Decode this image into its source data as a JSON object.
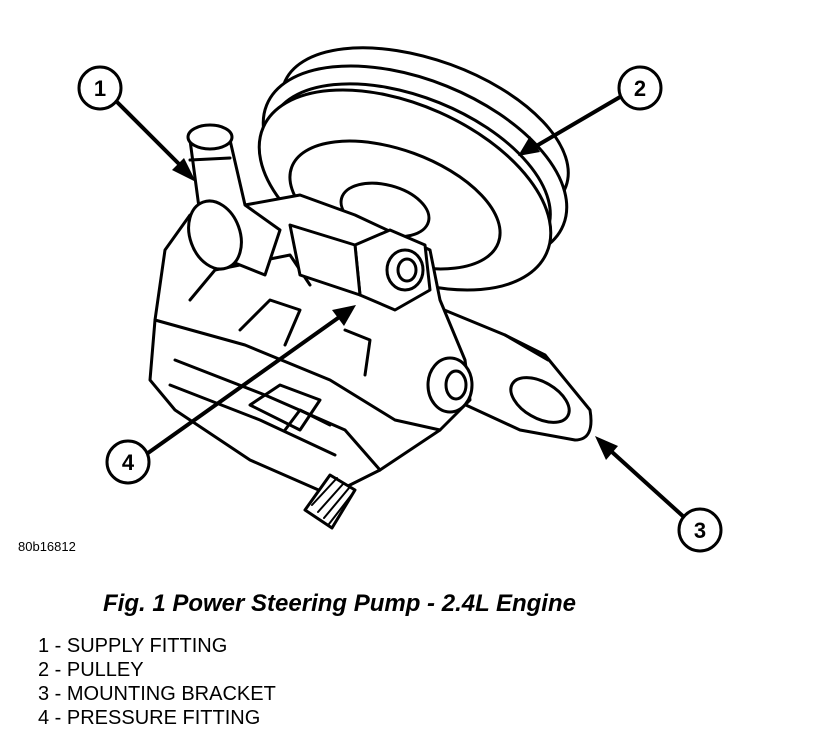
{
  "figure_id": "80b16812",
  "caption": "Fig. 1 Power Steering Pump - 2.4L Engine",
  "callouts": [
    "1",
    "2",
    "3",
    "4"
  ],
  "legend": [
    "1 - SUPPLY FITTING",
    "2 - PULLEY",
    "3 - MOUNTING BRACKET",
    "4 - PRESSURE FITTING"
  ]
}
